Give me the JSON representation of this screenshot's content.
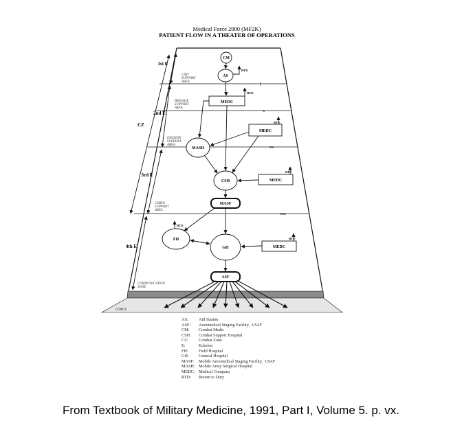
{
  "diagram": {
    "title_line1": "Medical Force 2000 (MF2K)",
    "title_line2": "PATIENT FLOW IN A THEATER OF OPERATIONS",
    "echelons": [
      "1st E",
      "2nd E",
      "3rd E",
      "4th E"
    ],
    "zone_label": "CZ",
    "areas": [
      {
        "name": "unit",
        "lines": [
          "UNIT",
          "SUPPORT",
          "AREA"
        ],
        "boundary_mark": "||"
      },
      {
        "name": "brigade",
        "lines": [
          "BRIGADE",
          "SUPPORT",
          "AREA"
        ],
        "boundary_mark": "x"
      },
      {
        "name": "division",
        "lines": [
          "DIVISION",
          "SUPPORT",
          "AREA"
        ],
        "boundary_mark": "xx"
      },
      {
        "name": "corps",
        "lines": [
          "CORPS",
          "SUPPORT",
          "AREA"
        ],
        "boundary_mark": "xxx"
      },
      {
        "name": "comm",
        "lines": [
          "COMMUNICATION",
          "ZONE"
        ],
        "boundary_mark": ""
      }
    ],
    "conus_label": "CONUS",
    "nodes": {
      "cm": "CM",
      "as": "AS",
      "medc": "MEDC",
      "mash": "MASH",
      "csh": "CSH",
      "masf": "MASF",
      "fh": "FH",
      "gh": "GH",
      "asf": "ASF"
    },
    "rtd": "RTD"
  },
  "legend": [
    {
      "abbr": "AS:",
      "text": "Aid Station"
    },
    {
      "abbr": "ASF:",
      "text": "Aeromedical Staging Facility,",
      "italic": "USAF"
    },
    {
      "abbr": "CM:",
      "text": "Combat Medic"
    },
    {
      "abbr": "CSH:",
      "text": "Combat Support Hospital"
    },
    {
      "abbr": "CZ:",
      "text": "Combat Zone"
    },
    {
      "abbr": "E:",
      "text": "Echelon"
    },
    {
      "abbr": "FH:",
      "text": "Field Hospital"
    },
    {
      "abbr": "GH:",
      "text": "General Hospital"
    },
    {
      "abbr": "MASF:",
      "text": "Mobile Aeromedical Staging Facility,",
      "italic": "USAF"
    },
    {
      "abbr": "MASH:",
      "text": "Mobile Army Surgical Hospital"
    },
    {
      "abbr": "MEDC:",
      "text": "Medical Company"
    },
    {
      "abbr": "RTD:",
      "text": "Return to Duty"
    }
  ],
  "caption": "From Textbook of Military Medicine, 1991, Part I, Volume 5. p. vx."
}
